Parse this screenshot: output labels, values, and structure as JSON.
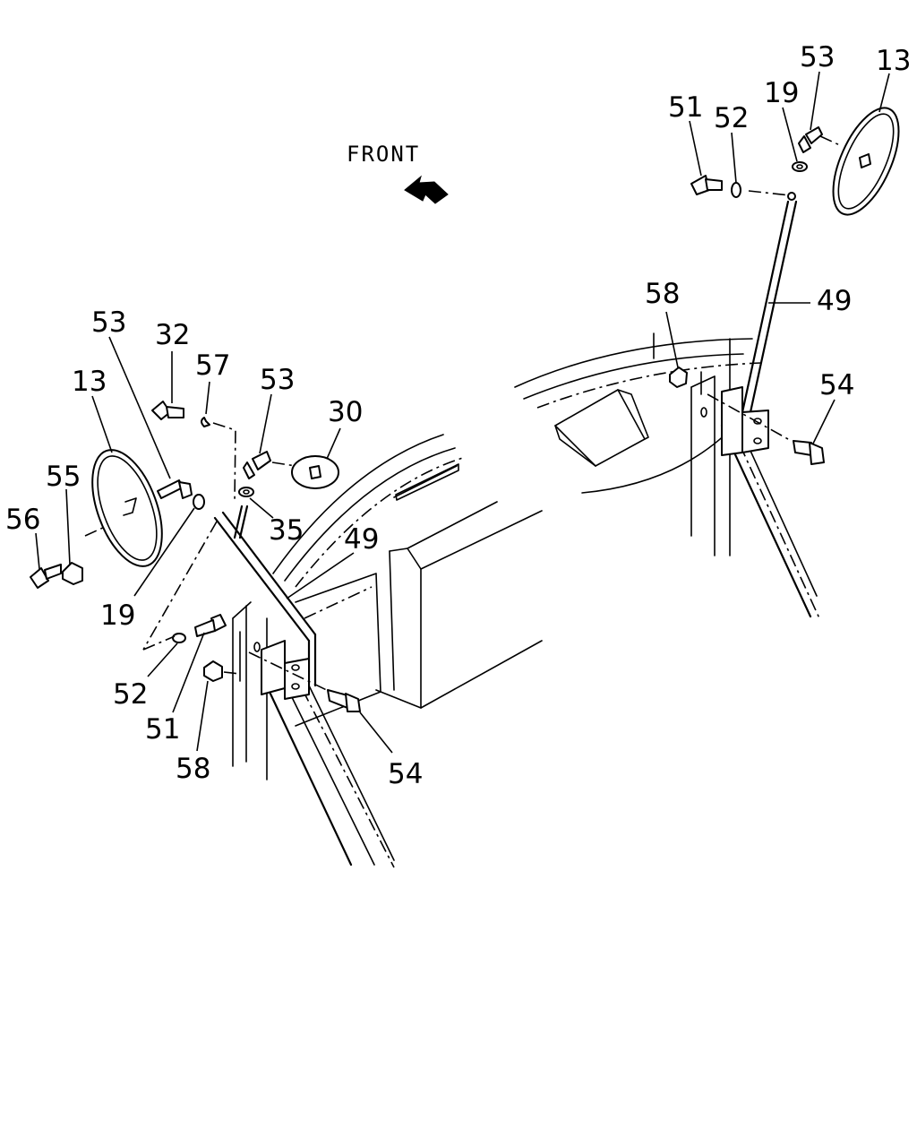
{
  "front_label": "FRONT",
  "callouts": {
    "left": {
      "p53a": "53",
      "p32": "32",
      "p57": "57",
      "p53b": "53",
      "p30": "30",
      "p13": "13",
      "p55": "55",
      "p56": "56",
      "p19": "19",
      "p35": "35",
      "p49": "49",
      "p52": "52",
      "p51": "51",
      "p58": "58",
      "p54": "54"
    },
    "right": {
      "p53": "53",
      "p13": "13",
      "p51": "51",
      "p52": "52",
      "p19": "19",
      "p58": "58",
      "p49": "49",
      "p54": "54"
    }
  }
}
